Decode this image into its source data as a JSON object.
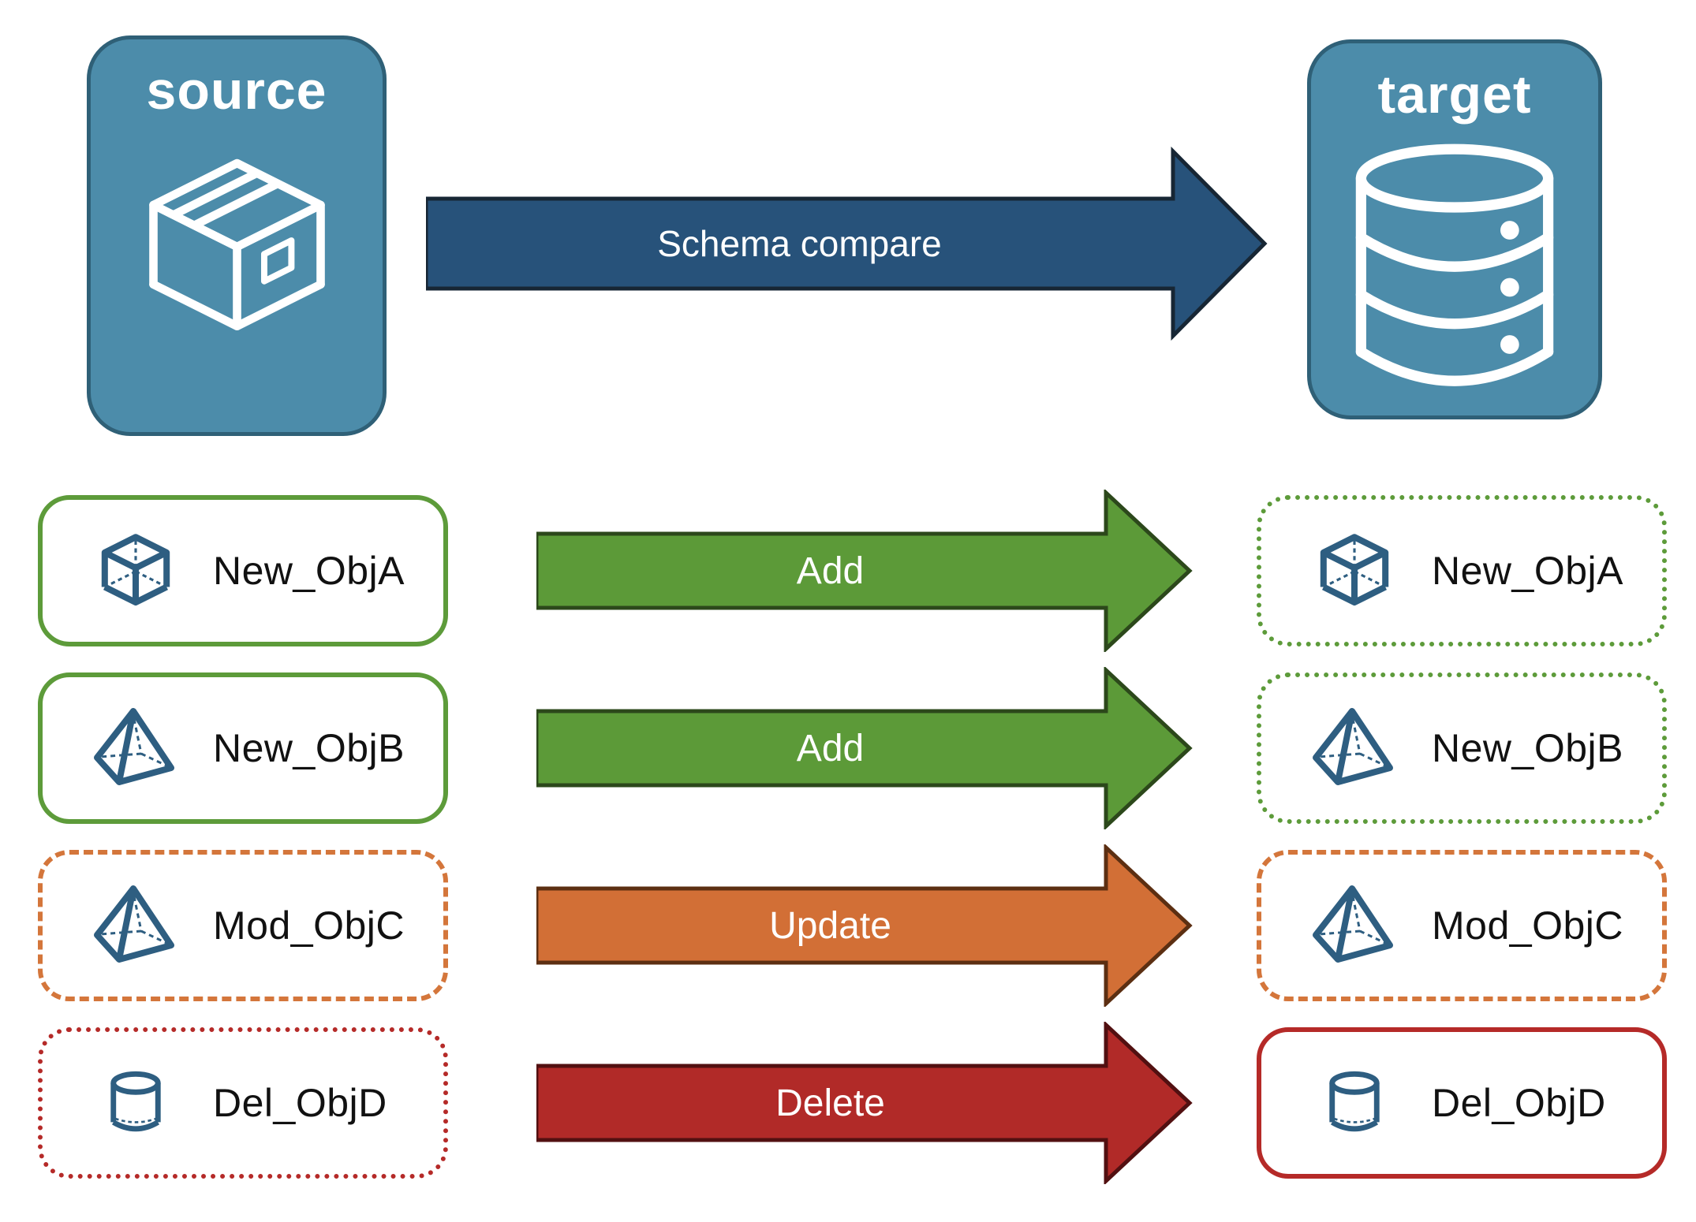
{
  "nodes": {
    "source": {
      "label": "source",
      "icon": "package-icon"
    },
    "target": {
      "label": "target",
      "icon": "database-icon"
    }
  },
  "colors": {
    "node_fill": "#4c8caa",
    "node_border": "#2f6077",
    "node_text": "#ffffff",
    "icon_stroke": "#2e5e81",
    "label_text": "#111111"
  },
  "compare_arrow": {
    "label": "Schema compare",
    "fill": "#27527a",
    "stroke": "#172634"
  },
  "rows": [
    {
      "object": "New_ObjA",
      "icon": "cube-icon",
      "action": "Add",
      "arrow_fill": "#5c9a38",
      "arrow_stroke": "#2c481b",
      "accent": "#5d9b3a",
      "source_border": "solid",
      "target_border": "dotted"
    },
    {
      "object": "New_ObjB",
      "icon": "pyramid-icon",
      "action": "Add",
      "arrow_fill": "#5c9a38",
      "arrow_stroke": "#2c481b",
      "accent": "#5d9b3a",
      "source_border": "solid",
      "target_border": "dotted"
    },
    {
      "object": "Mod_ObjC",
      "icon": "pyramid-icon",
      "action": "Update",
      "arrow_fill": "#d26f36",
      "arrow_stroke": "#5c2f12",
      "accent": "#d4763b",
      "source_border": "dashed",
      "target_border": "dashed"
    },
    {
      "object": "Del_ObjD",
      "icon": "cylinder-icon",
      "action": "Delete",
      "arrow_fill": "#b12a28",
      "arrow_stroke": "#521011",
      "accent": "#b52a28",
      "source_border": "dotted",
      "target_border": "solid"
    }
  ]
}
